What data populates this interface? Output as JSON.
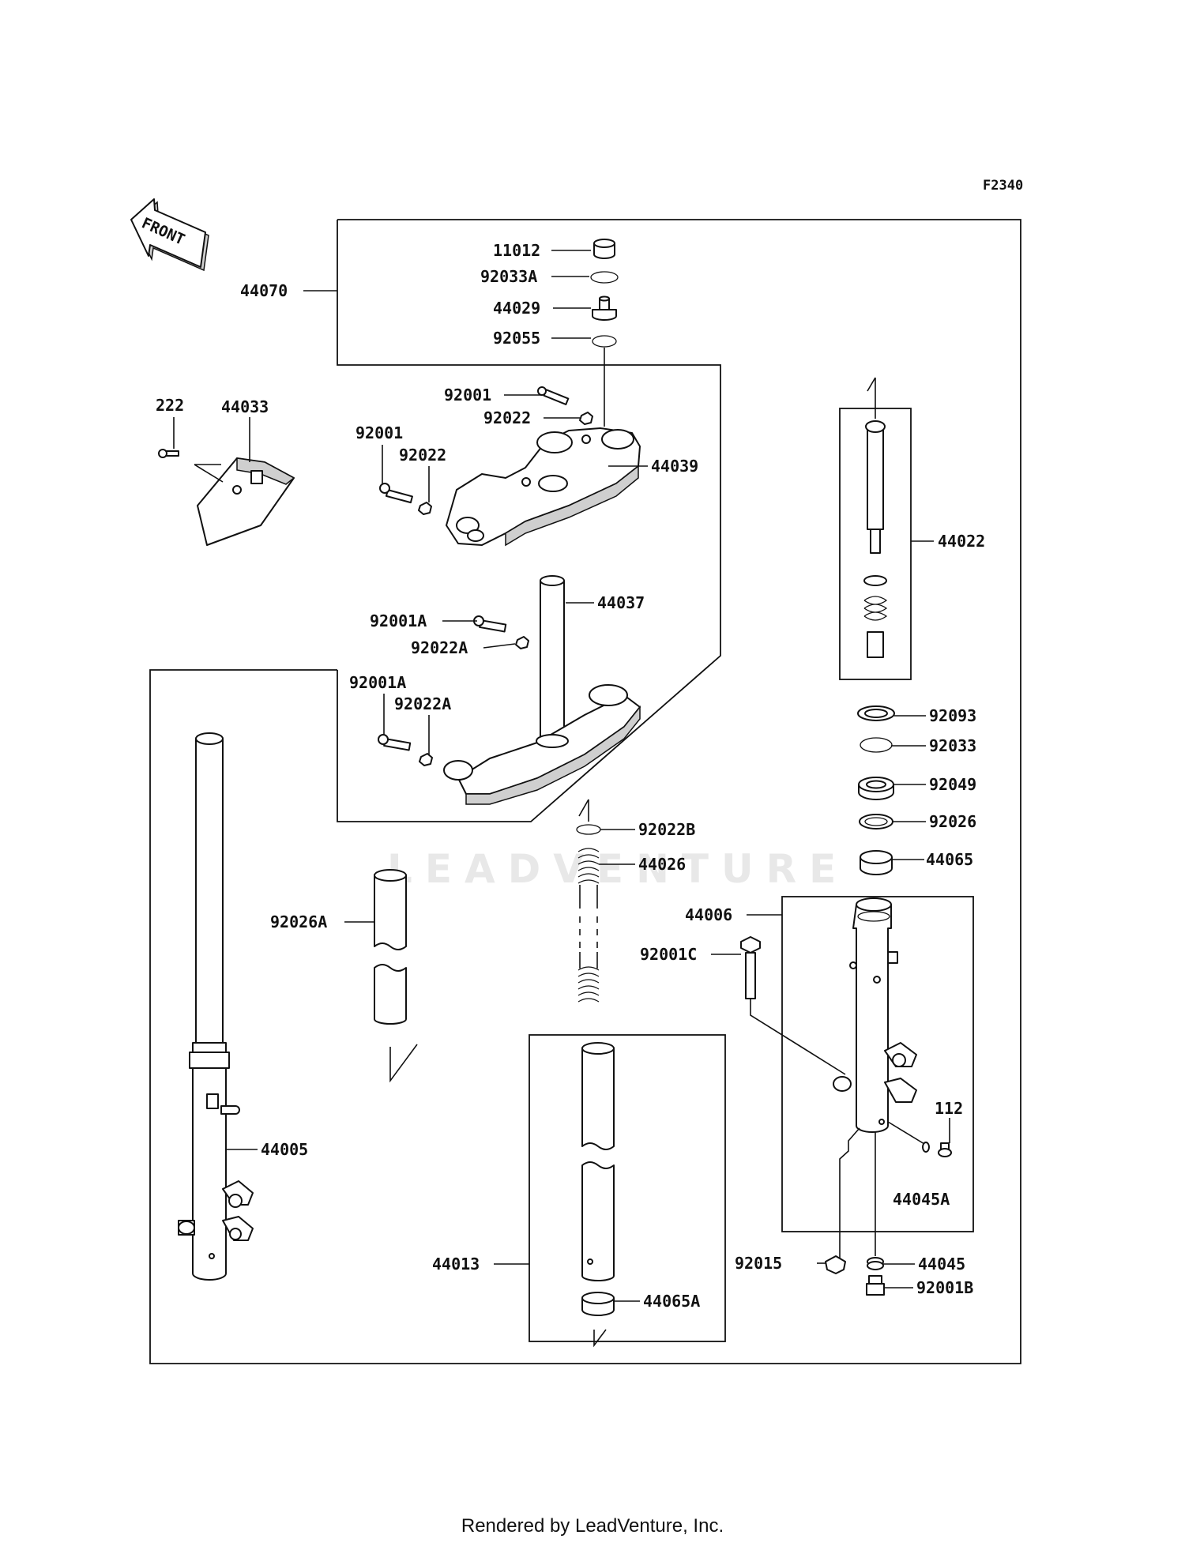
{
  "diagram_code": "F2340",
  "front_label": "FRONT",
  "watermark": "LEADVENTURE",
  "footer": "Rendered by LeadVenture, Inc.",
  "part_labels": {
    "p11012": "11012",
    "p92033A": "92033A",
    "p44029": "44029",
    "p92055": "92055",
    "p44070": "44070",
    "p92001_a": "92001",
    "p92022_a": "92022",
    "p92001_b": "92001",
    "p92022_b": "92022",
    "p44039": "44039",
    "p222": "222",
    "p44033": "44033",
    "p44022": "44022",
    "p44037": "44037",
    "p92001A_a": "92001A",
    "p92022A_a": "92022A",
    "p92001A_b": "92001A",
    "p92022A_b": "92022A",
    "p92093": "92093",
    "p92033": "92033",
    "p92049": "92049",
    "p92026": "92026",
    "p44065": "44065",
    "p92022B": "92022B",
    "p44026": "44026",
    "p44006": "44006",
    "p92001C": "92001C",
    "p92026A": "92026A",
    "p112": "112",
    "p44045A": "44045A",
    "p44005": "44005",
    "p92015": "92015",
    "p44045": "44045",
    "p92001B": "92001B",
    "p44013": "44013",
    "p44065A": "44065A"
  }
}
